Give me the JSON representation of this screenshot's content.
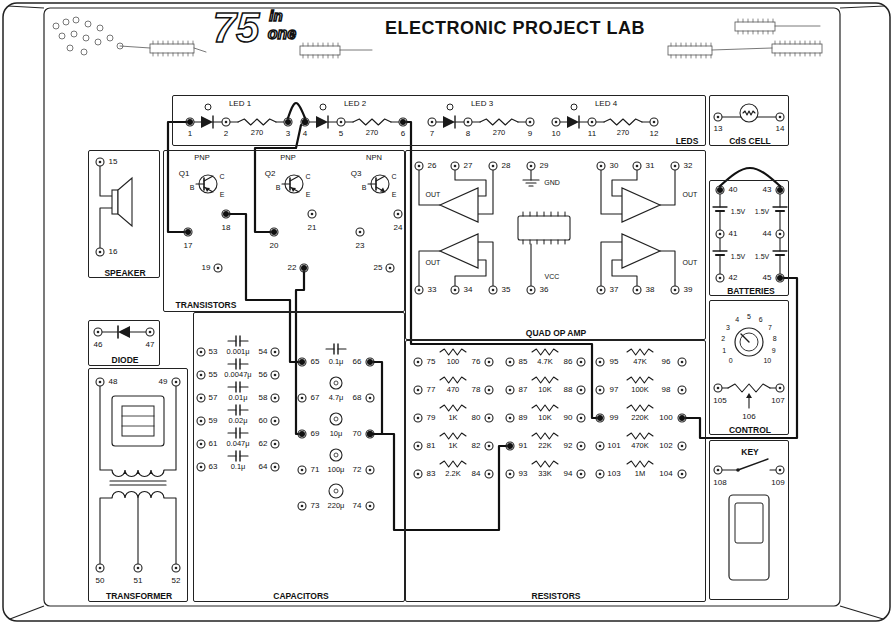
{
  "diagram": {
    "title": "ELECTRONIC PROJECT LAB",
    "nodes": [
      {
        "text": [
          "LEDS"
        ]
      },
      {
        "text": [
          "CdS CELL"
        ]
      },
      {
        "text": [
          "SPEAKER"
        ]
      },
      {
        "text": [
          "TRANSISTORS"
        ]
      },
      {
        "text": [
          "QUAD OP AMP"
        ]
      },
      {
        "text": [
          "BATTERIES"
        ]
      },
      {
        "text": [
          "DIODE"
        ]
      },
      {
        "text": [
          "CAPACITORS"
        ]
      },
      {
        "text": [
          "RESISTORS"
        ]
      },
      {
        "text": [
          "CONTROL"
        ]
      },
      {
        "text": [
          "TRANSFORMER"
        ]
      },
      {
        "text": [
          "KEY"
        ]
      }
    ],
    "labels": [
      "75",
      "in",
      "one",
      "LED 1",
      "1",
      "2",
      "3",
      "270",
      "LED 2",
      "4",
      "5",
      "6",
      "270",
      "LED 3",
      "7",
      "8",
      "9",
      "270",
      "LED 4",
      "10",
      "11",
      "12",
      "270",
      "13",
      "14",
      "15",
      "16",
      "PNP",
      "Q1",
      "B",
      "C",
      "E",
      "17",
      "18",
      "19",
      "PNP",
      "Q2",
      "B",
      "C",
      "E",
      "20",
      "21",
      "22",
      "NPN",
      "Q3",
      "B",
      "C",
      "E",
      "23",
      "24",
      "25",
      "26",
      "27",
      "28",
      "29",
      "30",
      "31",
      "32",
      "GND",
      "33",
      "34",
      "35",
      "36",
      "37",
      "38",
      "39",
      "VCC",
      "OUT",
      "OUT",
      "OUT",
      "OUT",
      "40",
      "41",
      "42",
      "43",
      "44",
      "45",
      "1.5V",
      "1.5V",
      "1.5V",
      "1.5V",
      "46",
      "47",
      "48",
      "49",
      "50",
      "51",
      "52",
      "53",
      "0.001μ",
      "54",
      "55",
      "0.0047μ",
      "56",
      "57",
      "0.01μ",
      "58",
      "59",
      "0.02μ",
      "60",
      "61",
      "0.047μ",
      "62",
      "63",
      "0.1μ",
      "64",
      "65",
      "0.1μ",
      "66",
      "67",
      "4.7μ",
      "68",
      "69",
      "10μ",
      "70",
      "71",
      "100μ",
      "72",
      "73",
      "220μ",
      "74",
      "75",
      "100",
      "76",
      "77",
      "470",
      "78",
      "79",
      "1K",
      "80",
      "81",
      "1K",
      "82",
      "83",
      "2.2K",
      "84",
      "85",
      "4.7K",
      "86",
      "87",
      "10K",
      "88",
      "89",
      "10K",
      "90",
      "91",
      "22K",
      "92",
      "93",
      "33K",
      "94",
      "95",
      "47K",
      "96",
      "97",
      "100K",
      "98",
      "99",
      "220K",
      "100",
      "101",
      "470K",
      "102",
      "103",
      "1M",
      "104",
      "0",
      "1",
      "2",
      "3",
      "4",
      "5",
      "6",
      "7",
      "8",
      "9",
      "10",
      "105",
      "106",
      "107",
      "108",
      "109"
    ]
  }
}
